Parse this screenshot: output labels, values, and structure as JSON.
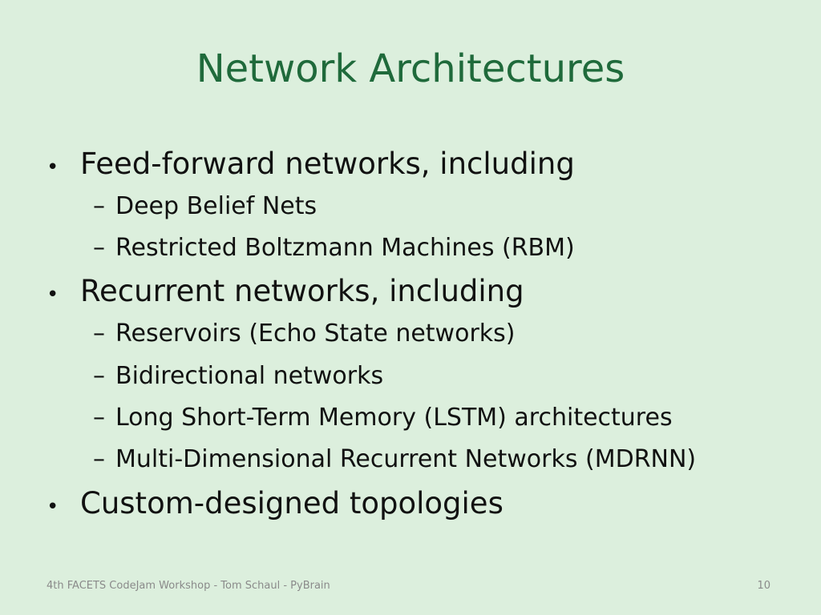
{
  "slide": {
    "title": "Network Architectures",
    "bullets": [
      {
        "text": "Feed-forward networks, including",
        "subitems": [
          "Deep Belief Nets",
          "Restricted Boltzmann Machines (RBM)"
        ]
      },
      {
        "text": "Recurrent networks, including",
        "subitems": [
          "Reservoirs (Echo State networks)",
          "Bidirectional networks",
          "Long Short-Term Memory (LSTM) architectures",
          "Multi-Dimensional Recurrent Networks (MDRNN)"
        ]
      },
      {
        "text": "Custom-designed topologies",
        "subitems": []
      }
    ],
    "footer": {
      "left": "4th FACETS CodeJam Workshop  -  Tom Schaul  -  PyBrain",
      "page_number": "10"
    },
    "colors": {
      "background": "#dcefdd",
      "title": "#1f6a3b",
      "body_text": "#111111",
      "footer_text": "#8a8a8a"
    },
    "icons": {
      "bullet": "bullet-dot-icon",
      "subbullet": "dash-icon"
    }
  }
}
